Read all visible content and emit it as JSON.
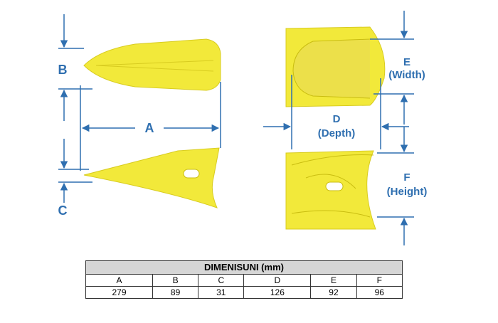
{
  "labels": {
    "a": "A",
    "b": "B",
    "c": "C",
    "d": "D",
    "d_sub": "(Depth)",
    "e": "E",
    "e_sub": "(Width)",
    "f": "F",
    "f_sub": "(Height)"
  },
  "table": {
    "title": "DIMENISUNI (mm)",
    "headers": [
      "A",
      "B",
      "C",
      "D",
      "E",
      "F"
    ],
    "values": [
      "279",
      "89",
      "31",
      "126",
      "92",
      "96"
    ]
  },
  "colors": {
    "part": "#f2e93a",
    "dimension": "#2f6fb0"
  }
}
